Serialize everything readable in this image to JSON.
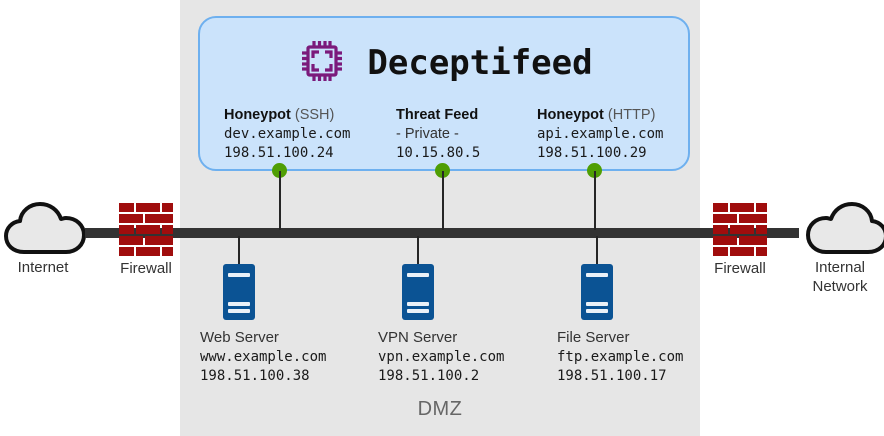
{
  "diagram": {
    "zone_label": "DMZ",
    "colors": {
      "zone_background": "#e6e6e6",
      "panel_fill": "#cbe3fb",
      "panel_border": "#6eb0ef",
      "chip_icon": "#7b1a7b",
      "server": "#0b5394",
      "firewall_brick": "#a00d0d",
      "connector_dot": "#4f9e04",
      "bus_line": "#333333",
      "cloud_fill": "#e8e8e8",
      "cloud_outline": "#111111"
    }
  },
  "feed_panel": {
    "title": "Deceptifeed",
    "icon": "cpu-chip-icon",
    "nodes": [
      {
        "title_strong": "Honeypot",
        "title_muted": "(SSH)",
        "host": "dev.example.com",
        "host_is_monospace": true,
        "ip": "198.51.100.24",
        "dot": "connector-dot-ssh"
      },
      {
        "title_strong": "Threat Feed",
        "title_muted": "",
        "host": "- Private -",
        "host_is_monospace": false,
        "ip": "10.15.80.5",
        "dot": "connector-dot-threat-feed"
      },
      {
        "title_strong": "Honeypot",
        "title_muted": "(HTTP)",
        "host": "api.example.com",
        "host_is_monospace": true,
        "ip": "198.51.100.29",
        "dot": "connector-dot-http"
      }
    ]
  },
  "servers": [
    {
      "name": "Web Server",
      "host": "www.example.com",
      "ip": "198.51.100.38",
      "icon": "server-icon"
    },
    {
      "name": "VPN Server",
      "host": "vpn.example.com",
      "ip": "198.51.100.2",
      "icon": "server-icon"
    },
    {
      "name": "File Server",
      "host": "ftp.example.com",
      "ip": "198.51.100.17",
      "icon": "server-icon"
    }
  ],
  "edges": {
    "left_cloud": {
      "label": "Internet",
      "icon": "cloud-icon"
    },
    "right_cloud": {
      "label_line1": "Internal",
      "label_line2": "Network",
      "icon": "cloud-icon"
    },
    "left_firewall": {
      "label": "Firewall",
      "icon": "firewall-brick-icon"
    },
    "right_firewall": {
      "label": "Firewall",
      "icon": "firewall-brick-icon"
    }
  }
}
